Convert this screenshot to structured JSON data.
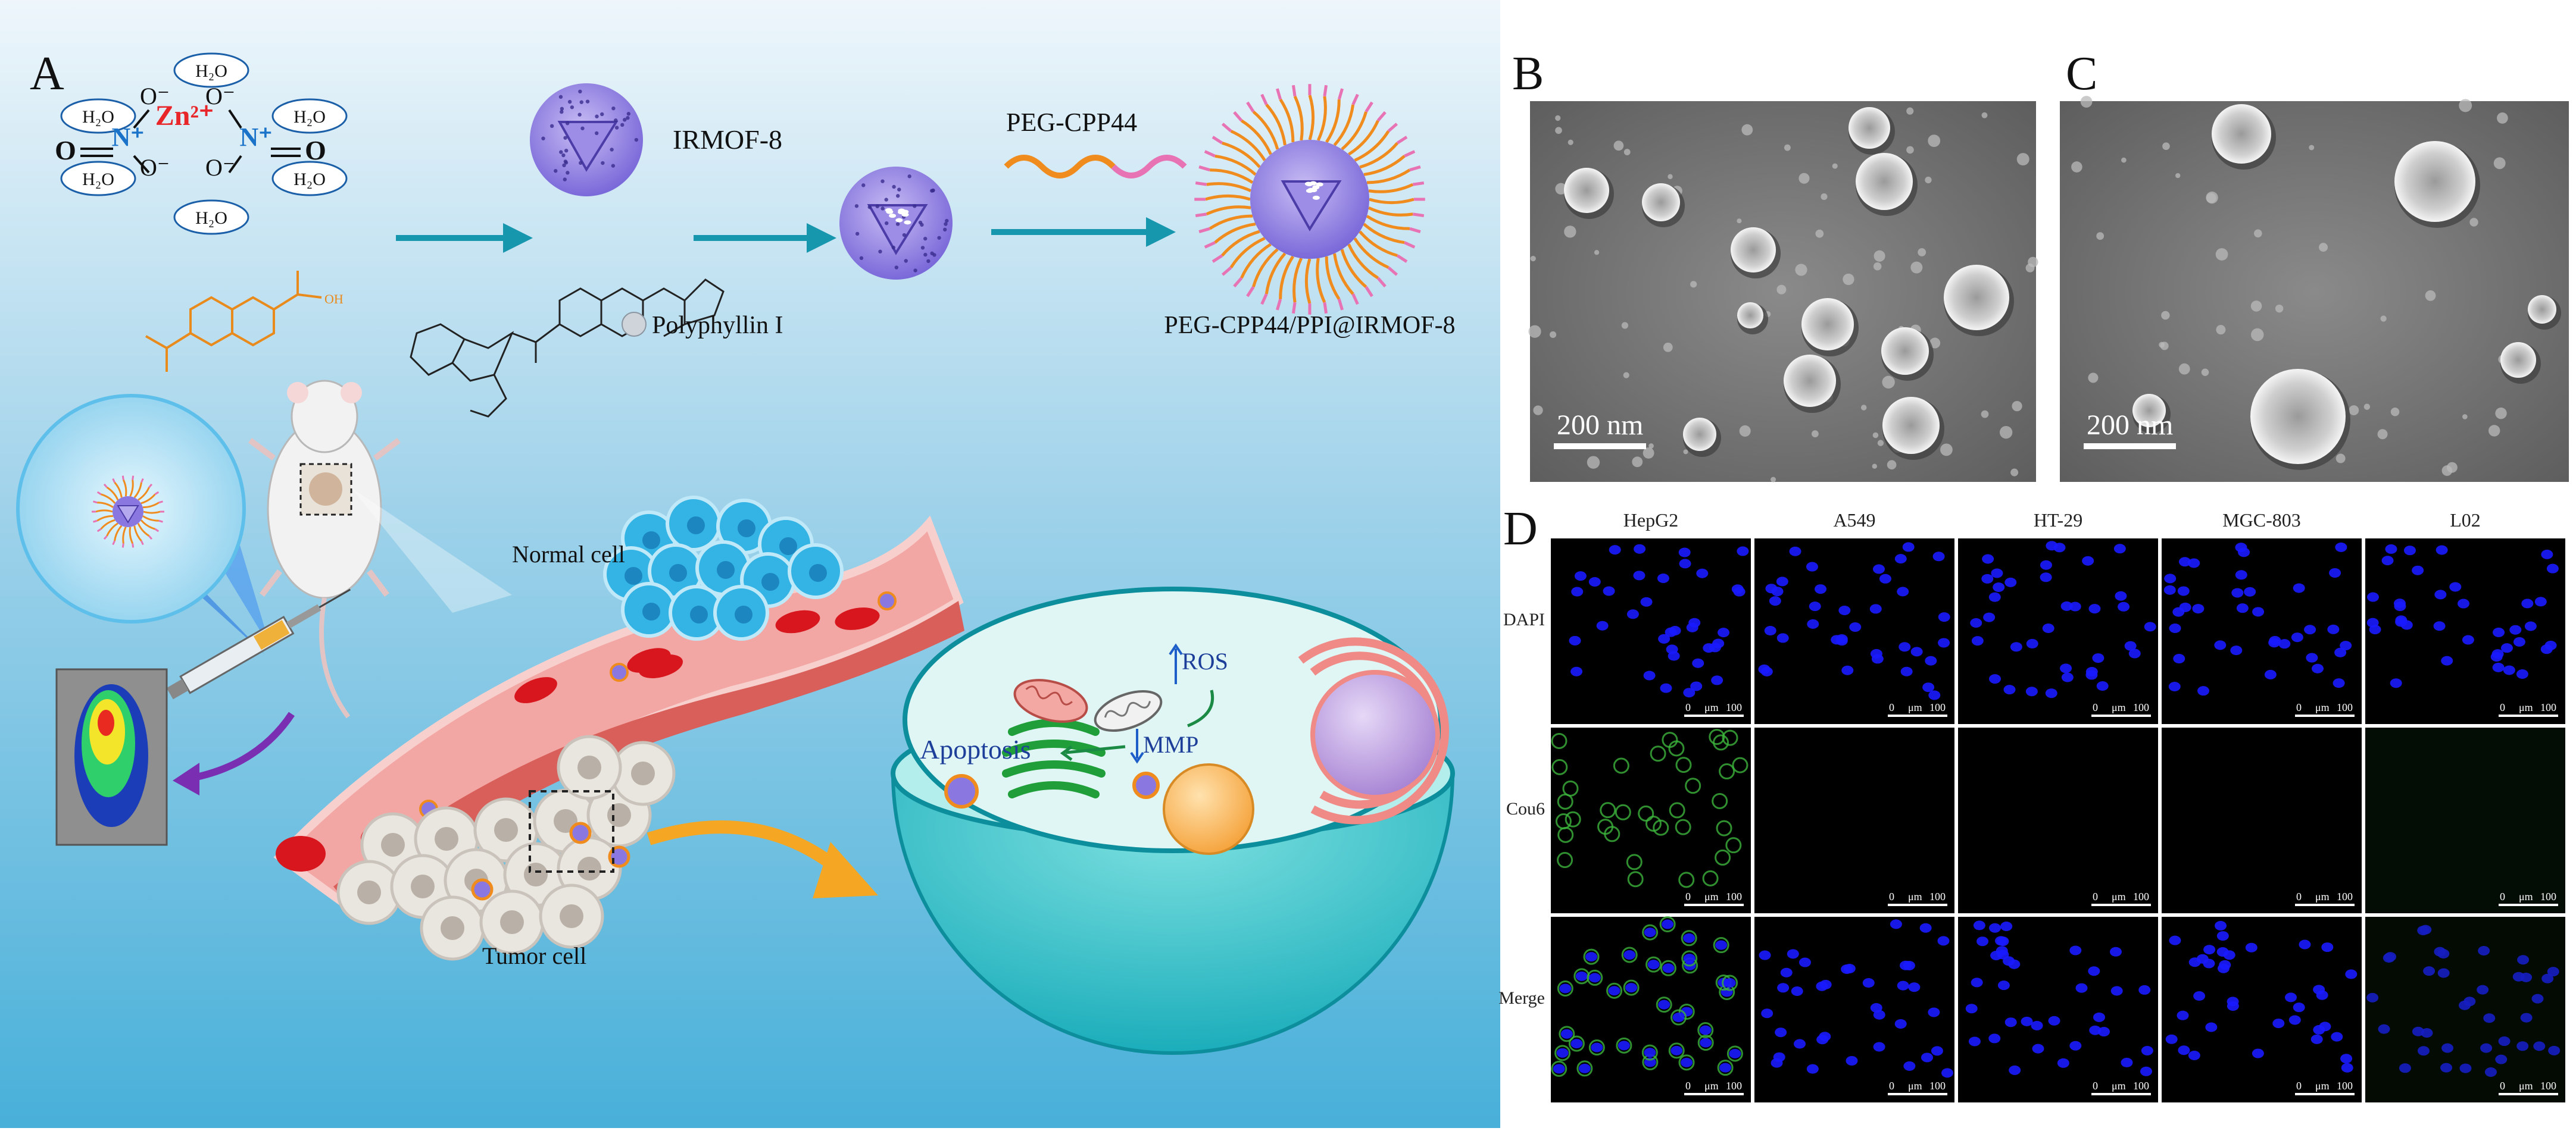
{
  "panel_a": {
    "letter": "A",
    "water": "H₂O",
    "oxygen": "O",
    "o_minus": "O⁻",
    "nitrogen": "N⁺",
    "zinc": "Zn²⁺",
    "oh": "OH",
    "mof_label": "IRMOF-8",
    "drug_label": "Polyphyllin I",
    "peg_label": "PEG-CPP44",
    "product_label": "PEG-CPP44/PPI@IRMOF-8",
    "normal_cell": "Normal cell",
    "tumor_cell": "Tumor cell",
    "ros": "ROS",
    "mmp": "MMP",
    "apoptosis": "Apoptosis"
  },
  "panel_b": {
    "letter": "B",
    "scale": "200 nm"
  },
  "panel_c": {
    "letter": "C",
    "scale": "200 nm"
  },
  "panel_d": {
    "letter": "D",
    "columns": [
      "HepG2",
      "A549",
      "HT-29",
      "MGC-803",
      "L02"
    ],
    "rows": [
      "DAPI",
      "Cou6",
      "Merge"
    ],
    "scale_zero": "0",
    "scale_unit": "μm",
    "scale_max": "100"
  },
  "colors": {
    "background_top": "#eaf4fa",
    "background_bottom": "#4db3da",
    "nucleus_blue": "#1a1aff",
    "cou6_green": "#3cb43c",
    "vessel": "#f1a2a0",
    "rbc": "#d8161e",
    "zinc_red": "#e8262a",
    "nitrogen_blue": "#1a73c8"
  }
}
